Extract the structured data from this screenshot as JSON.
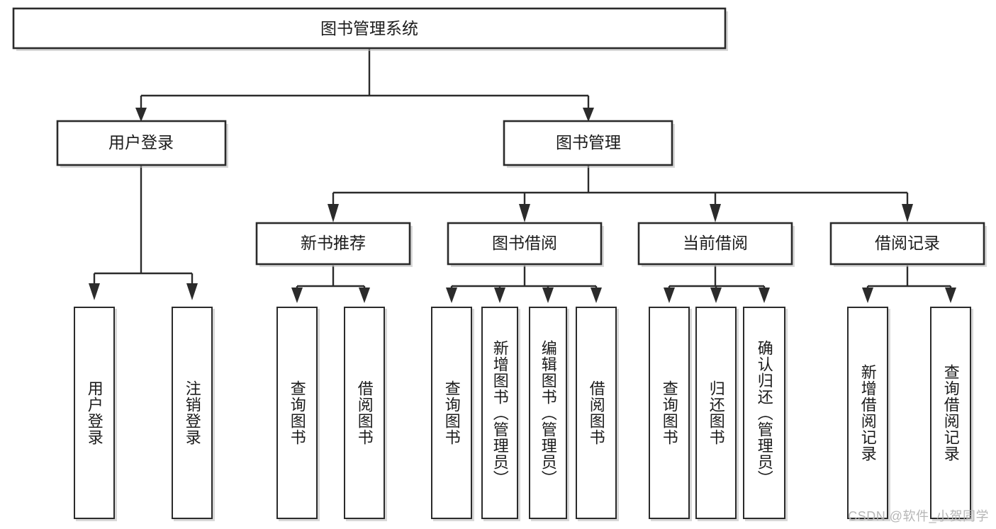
{
  "diagram": {
    "type": "tree",
    "title": "图书管理系统",
    "watermark": "CSDN @软件_小贺同学",
    "colors": {
      "stroke": "#2b2b2b",
      "fill": "#ffffff",
      "text": "#1b1b1b",
      "shadow": "#b8b8b8",
      "watermark": "#b6b6b6"
    },
    "root": {
      "label": "图书管理系统"
    },
    "level1": [
      {
        "label": "用户登录"
      },
      {
        "label": "图书管理"
      }
    ],
    "level2": [
      {
        "label": "新书推荐"
      },
      {
        "label": "图书借阅"
      },
      {
        "label": "当前借阅"
      },
      {
        "label": "借阅记录"
      }
    ],
    "leaves": {
      "user_login": [
        {
          "label": "用户登录"
        },
        {
          "label": "注销登录"
        }
      ],
      "new_book_recommend": [
        {
          "label": "查询图书"
        },
        {
          "label": "借阅图书"
        }
      ],
      "book_borrow": [
        {
          "label": "查询图书"
        },
        {
          "label": "新增图书（管理员）"
        },
        {
          "label": "编辑图书（管理员）"
        },
        {
          "label": "借阅图书"
        }
      ],
      "current_borrow": [
        {
          "label": "查询图书"
        },
        {
          "label": "归还图书"
        },
        {
          "label": "确认归还（管理员）"
        }
      ],
      "borrow_record": [
        {
          "label": "新增借阅记录"
        },
        {
          "label": "查询借阅记录"
        }
      ]
    }
  }
}
